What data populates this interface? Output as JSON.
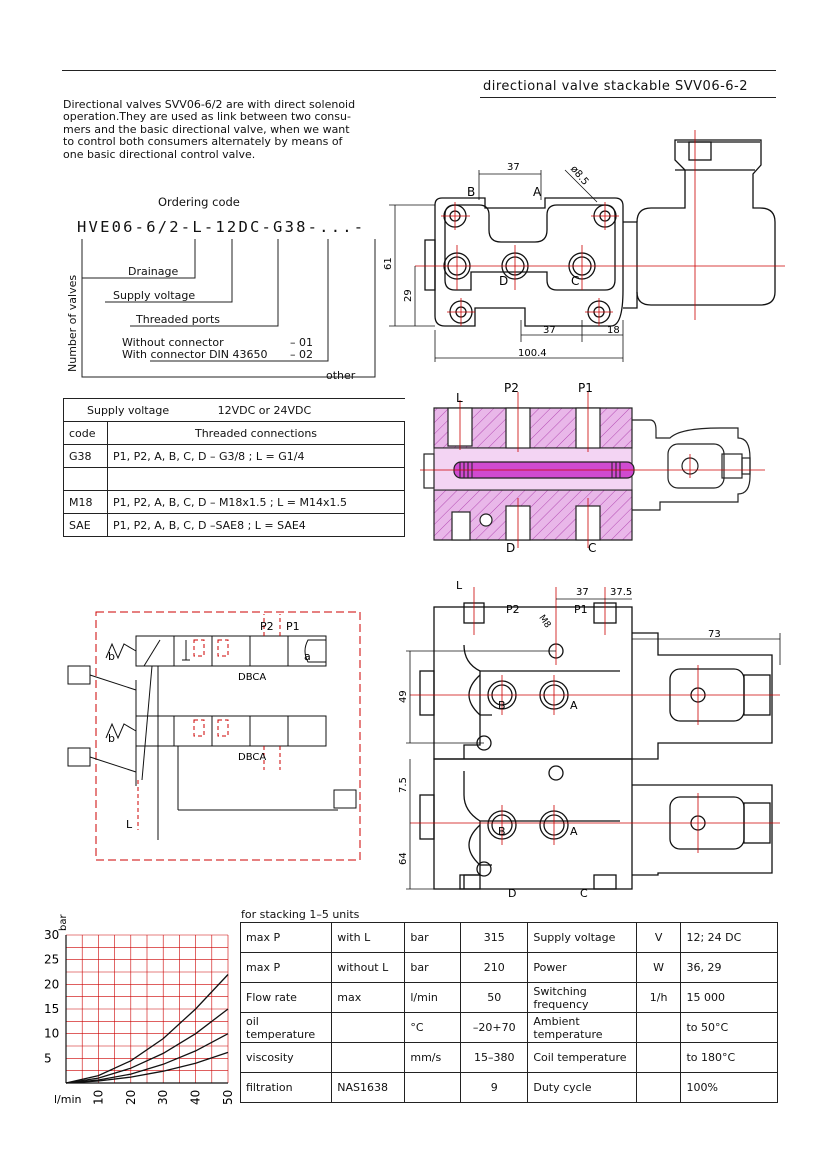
{
  "header": {
    "title": "directional valve stackable SVV06-6-2"
  },
  "intro": [
    "Directional valves SVV06-6/2 are with direct solenoid",
    "operation.They are used as link between two consu-",
    "mers and the basic directional valve, when we want",
    "to control both consumers alternately by means of",
    "one basic directional control valve."
  ],
  "ordering": {
    "title": "Ordering code",
    "code": "HVE06-6/2-L-12DC-G38-...-",
    "vertical_label": "Number of valves",
    "labels": {
      "drainage": "Drainage",
      "supply_voltage": "Supply voltage",
      "threaded_ports": "Threaded ports",
      "without_connector": "Without connector",
      "without_code": "– 01",
      "with_connector": "With connector DIN 43650",
      "with_code": "– 02",
      "other": "other"
    }
  },
  "supply_table": {
    "row1_label": "Supply voltage",
    "row1_value": "12VDC or 24VDC",
    "col_code": "code",
    "col_conn": "Threaded connections",
    "rows": [
      {
        "code": "G38",
        "text": "P1, P2, A, B, C, D – G3/8 ; L = G1/4"
      },
      {
        "code": "",
        "text": ""
      },
      {
        "code": "M18",
        "text": "P1, P2, A, B, C, D – M18x1.5 ; L = M14x1.5"
      },
      {
        "code": "SAE",
        "text": "P1, P2, A, B, C, D –SAE8 ; L = SAE4"
      }
    ]
  },
  "top_drawing": {
    "dims": {
      "d37": "37",
      "d8_5": "ø8.5",
      "d61": "61",
      "d29": "29",
      "d37b": "37",
      "d18": "18",
      "d100_4": "100.4"
    },
    "ports": {
      "B": "B",
      "A": "A",
      "D": "D",
      "C": "C"
    }
  },
  "section_drawing": {
    "ports": {
      "L": "L",
      "P2": "P2",
      "P1": "P1",
      "D": "D",
      "C": "C"
    }
  },
  "stack_drawing": {
    "dims": {
      "d37": "37",
      "d37_5": "37.5",
      "m8": "M8",
      "d73": "73",
      "d49": "49",
      "d7_5": "7.5",
      "d64": "64"
    },
    "ports": {
      "L": "L",
      "P2": "P2",
      "P1": "P1",
      "B1": "B",
      "A1": "A",
      "B2": "B",
      "A2": "A",
      "D": "D",
      "C": "C"
    }
  },
  "schematic": {
    "labels": {
      "P2": "P2",
      "P1": "P1",
      "DBCA": "DBCA",
      "a": "a",
      "b": "b",
      "L": "L"
    }
  },
  "graph": {
    "ylabel": "bar",
    "xlabel": "l/min",
    "y_ticks": [
      "30",
      "25",
      "20",
      "15",
      "10",
      "5"
    ],
    "x_ticks": [
      "10",
      "20",
      "30",
      "40",
      "50"
    ]
  },
  "chart_data": {
    "type": "line",
    "xlabel": "l/min",
    "ylabel": "bar",
    "xlim": [
      0,
      50
    ],
    "ylim": [
      0,
      30
    ],
    "grid": true,
    "series": [
      {
        "x": [
          0,
          10,
          20,
          30,
          40,
          50
        ],
        "values": [
          0,
          1.5,
          4.5,
          9,
          15,
          22
        ]
      },
      {
        "x": [
          0,
          10,
          20,
          30,
          40,
          50
        ],
        "values": [
          0,
          1,
          3,
          6,
          10,
          15
        ]
      },
      {
        "x": [
          0,
          10,
          20,
          30,
          40,
          50
        ],
        "values": [
          0,
          0.6,
          1.8,
          3.8,
          6.5,
          10
        ]
      },
      {
        "x": [
          0,
          10,
          20,
          30,
          40,
          50
        ],
        "values": [
          0,
          0.4,
          1.2,
          2.4,
          4,
          6.2
        ]
      }
    ]
  },
  "spec": {
    "caption": "for stacking 1–5 units",
    "rows": [
      [
        "max P",
        "with L",
        "bar",
        "315",
        "Supply voltage",
        "V",
        "12; 24 DC"
      ],
      [
        "max P",
        "without L",
        "bar",
        "210",
        "Power",
        "W",
        "36, 29"
      ],
      [
        "Flow rate",
        "max",
        "l/min",
        "50",
        "Switching frequency",
        "1/h",
        "15 000"
      ],
      [
        "oil temperature",
        "",
        "°C",
        "–20+70",
        "Ambient temperature",
        "",
        "to 50°C"
      ],
      [
        "viscosity",
        "",
        "mm/s",
        "15–380",
        "Coil temperature",
        "",
        "to 180°C"
      ],
      [
        "filtration",
        "NAS1638",
        "",
        "9",
        "Duty cycle",
        "",
        "100%"
      ]
    ]
  }
}
